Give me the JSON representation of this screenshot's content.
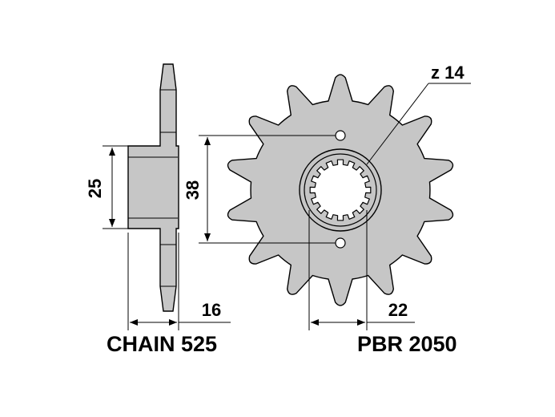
{
  "labels": {
    "teeth": "z 14",
    "hub_width": "25",
    "bolt_spacing": "38",
    "thickness": "16",
    "spline_diameter": "22",
    "chain": "CHAIN 525",
    "part_number": "PBR 2050"
  },
  "colors": {
    "metal": "#c6c6c6",
    "line": "#000000",
    "background": "#ffffff"
  },
  "sprocket": {
    "teeth_count": 14,
    "spline_count": 16
  }
}
